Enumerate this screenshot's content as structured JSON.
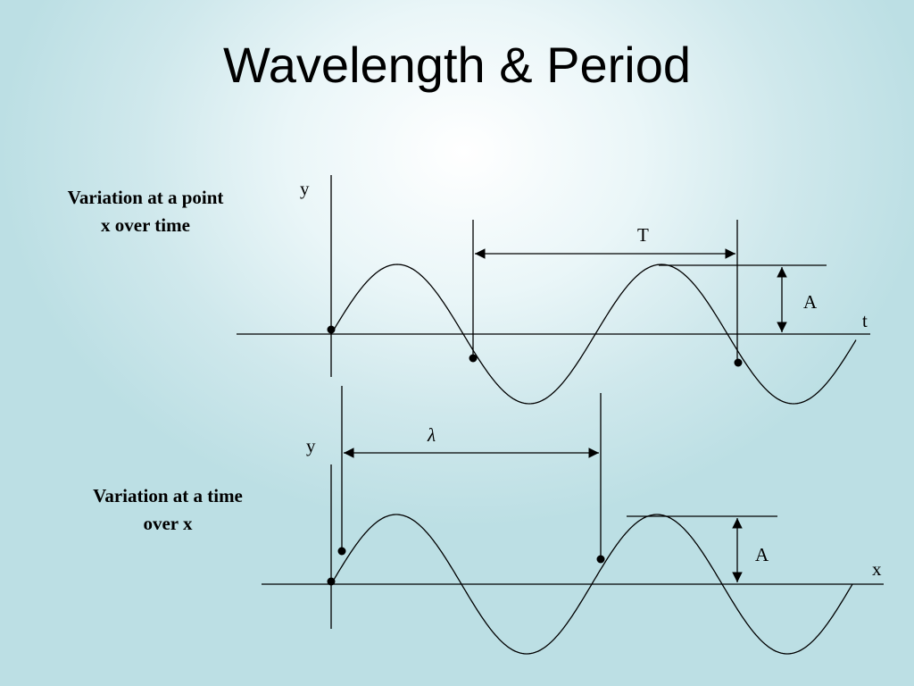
{
  "title": "Wavelength & Period",
  "top_diagram": {
    "caption": "Variation at a point x over time",
    "y_axis_label": "y",
    "x_axis_label": "t",
    "interval_label": "T",
    "amplitude_label": "A"
  },
  "bottom_diagram": {
    "caption": "Variation at a time over x",
    "y_axis_label": "y",
    "x_axis_label": "x",
    "interval_label": "λ",
    "amplitude_label": "A"
  },
  "colors": {
    "ink": "#000000",
    "background": "#bcdfe4"
  }
}
